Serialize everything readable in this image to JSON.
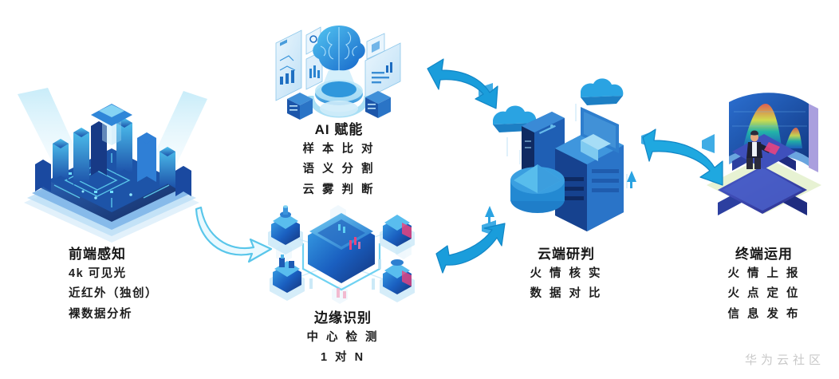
{
  "diagram": {
    "type": "pipeline-flow",
    "background": "#ffffff",
    "watermark": "华为云社区",
    "watermark_color": "#c9c9c9",
    "accent_colors": {
      "deep_blue": "#1d4f9c",
      "mid_blue": "#1f7ed0",
      "bright_blue": "#2aa8e0",
      "cyan": "#5fd0f0",
      "pale_cyan": "#bfe9f8",
      "dark_navy": "#16306b",
      "magenta": "#e8447f",
      "arrow_outline": "#59c6ea",
      "arrow_solid": "#1a9ddb",
      "text": "#1b1b1b"
    }
  },
  "stages": [
    {
      "id": "front-end-sensing",
      "illustration": "isometric-smart-city-chip",
      "title": "前端感知",
      "lines": [
        "4k 可见光",
        "近红外（独创）",
        "裸数据分析"
      ],
      "title_align": "left"
    },
    {
      "id": "ai-empowerment",
      "illustration": "ai-brain-platform",
      "title": "AI 赋能",
      "lines": [
        "样 本 比 对",
        "语 义 分 割",
        "云 雾 判 断"
      ],
      "title_align": "center"
    },
    {
      "id": "edge-recognition",
      "illustration": "edge-chip-modules",
      "title": "边缘识别",
      "lines": [
        "中 心 检 测",
        "1 对 N"
      ],
      "title_align": "center"
    },
    {
      "id": "cloud-analysis",
      "illustration": "cloud-servers",
      "title": "云端研判",
      "lines": [
        "火 情 核 实",
        "数 据 对 比"
      ],
      "title_align": "center"
    },
    {
      "id": "terminal-application",
      "illustration": "dashboard-operator",
      "title": "终端运用",
      "lines": [
        "火 情 上 报",
        "火 点 定 位",
        "信 息 发 布"
      ],
      "title_align": "center"
    }
  ],
  "arrows": [
    {
      "id": "arrow-sensing-to-edge",
      "style": "outline",
      "direction": "right-down"
    },
    {
      "id": "arrow-edge-to-ai",
      "style": "solid",
      "direction": "arc-right"
    },
    {
      "id": "arrow-edge-to-cloud",
      "style": "solid",
      "direction": "right-up"
    },
    {
      "id": "arrow-cloud-to-terminal",
      "style": "solid",
      "direction": "right-down"
    }
  ]
}
